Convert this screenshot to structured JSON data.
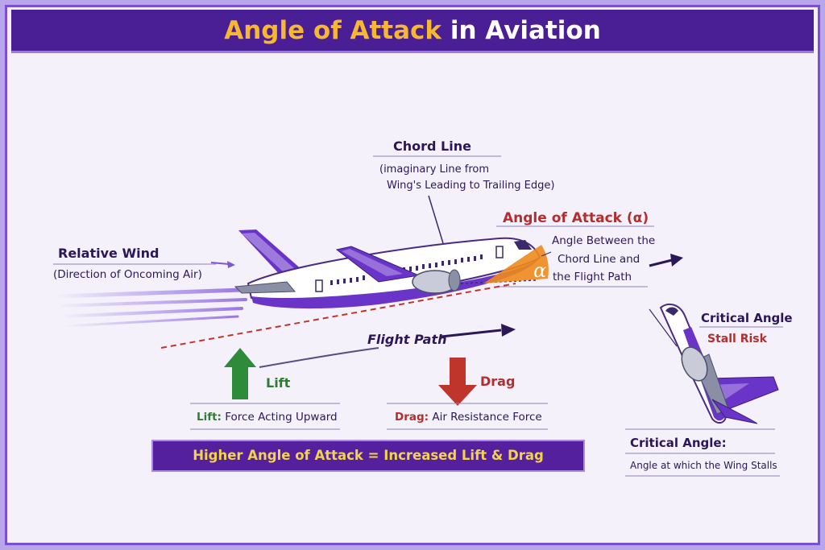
{
  "title": {
    "part1": "Angle of Attack",
    "part2": " in Aviation"
  },
  "chord_line": {
    "heading": "Chord Line",
    "desc_line1": "(imaginary Line from",
    "desc_line2": "Wing's Leading to Trailing Edge)"
  },
  "angle_of_attack": {
    "heading": "Angle of Attack (α)",
    "desc_line1": "Angle Between the",
    "desc_line2": "Chord Line and",
    "desc_line3": "the Flight Path",
    "symbol": "α"
  },
  "relative_wind": {
    "heading": "Relative Wind",
    "desc": "(Direction of Oncoming Air)"
  },
  "flight_path": {
    "label": "Flight Path"
  },
  "lift": {
    "label": "Lift",
    "desc_term": "Lift:",
    "desc_text": " Force Acting Upward"
  },
  "drag": {
    "label": "Drag",
    "desc_term": "Drag:",
    "desc_text": " Air Resistance Force"
  },
  "critical": {
    "heading": "Critical Angle",
    "risk": "Stall Risk",
    "def_heading": "Critical Angle:",
    "def_text": "Angle at which the Wing Stalls"
  },
  "banner": {
    "text": "Higher Angle of Attack = Increased Lift & Drag"
  },
  "colors": {
    "primary": "#4a1e94",
    "accent": "#f7b731",
    "lift": "#2e8b3a",
    "drag": "#c0352b",
    "highlight": "#f08a1c"
  }
}
